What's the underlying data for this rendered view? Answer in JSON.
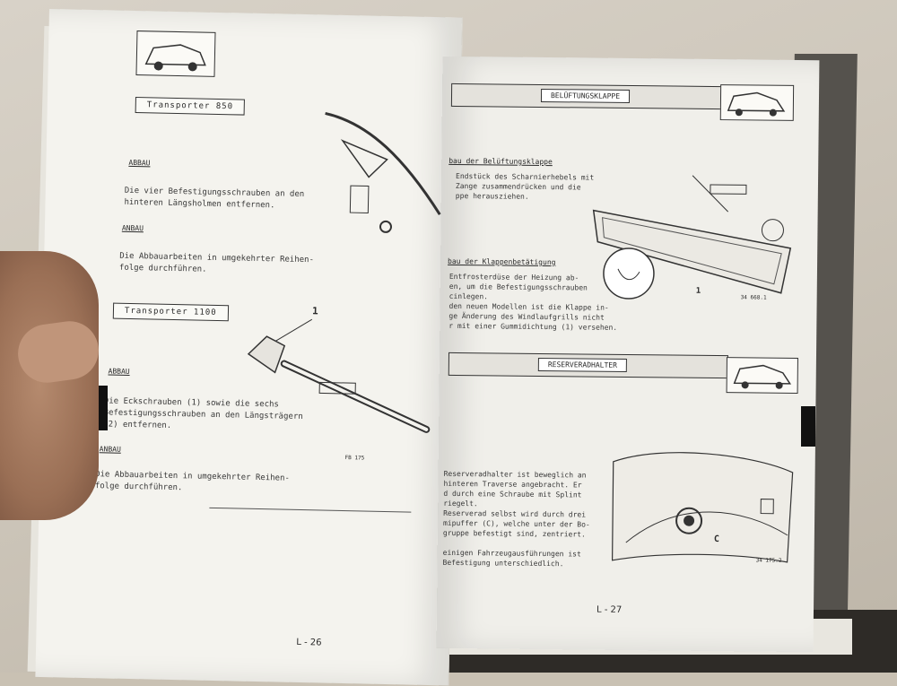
{
  "left_page": {
    "section1_title": "Transporter 850",
    "section1_abbau": "ABBAU",
    "section1_text": "Die vier Befestigungsschrauben an den\nhinteren Längsholmen entfernen.",
    "section1_anbau": "ANBAU",
    "section1_anbau_text": "Die Abbauarbeiten in umgekehrter Reihen-\nfolge durchführen.",
    "section2_title": "Transporter 1100",
    "section2_abbau": "ABBAU",
    "section2_text": "Die Eckschrauben (1) sowie die sechs\nBefestigungsschrauben an den Längsträgern\n(2) entfernen.",
    "section2_anbau": "ANBAU",
    "section2_anbau_text": "Die Abbauarbeiten in umgekehrter Reihen-\nfolge durchführen.",
    "callout_1": "1",
    "fig_ref": "FB 175",
    "page_number": "L - 26"
  },
  "right_page": {
    "banner1_label": "BELÜFTUNGSKLAPPE",
    "sub1_heading": "bau der Belüftungsklappe",
    "sub1_text": "Endstück des Scharnierhebels mit\nZange zusammendrücken und die\nppe herausziehen.",
    "sub2_heading": "bau der Klappenbetätigung",
    "sub2_text": "Entfrosterdüse der Heizung ab-\nen, um die Befestigungsschrauben\ncinlegen.\nden neuen Modellen ist die Klappe in-\nge Änderung des Windlaufgrills nicht\nr mit einer Gummidichtung (1) versehen.",
    "fig1_callout": "1",
    "fig1_ref": "34 668.1",
    "banner2_label": "RESERVERADHALTER",
    "sub3_text": "Reserveradhalter ist beweglich an\nhinteren Traverse angebracht. Er\nd durch eine Schraube mit Splint\nriegelt.\nReserverad selbst wird durch drei\nmipuffer (C), welche unter der Bo-\ngruppe befestigt sind, zentriert.\n\neinigen Fahrzeugausführungen ist\nBefestigung unterschiedlich.",
    "fig2_callout": "C",
    "fig2_ref": "34 175.2",
    "page_number": "L - 27"
  },
  "colors": {
    "paper": "#f4f3ee",
    "ink": "#2b2b2b",
    "tab": "#111111"
  }
}
